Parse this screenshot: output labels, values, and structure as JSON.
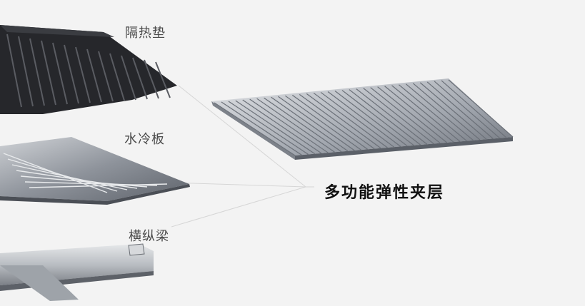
{
  "labels": {
    "insulation_pad": "隔热垫",
    "water_cooling_plate": "水冷板",
    "cross_beam": "横纵梁",
    "multifunction_elastic_layer": "多功能弹性夹层"
  },
  "colors": {
    "background": "#f3f3f3",
    "leader_line": "#d6d6d6",
    "pad_dark": "#26272b",
    "pad_fin": "#4a4c52",
    "plate_metal": "#8b9098",
    "beam_silver": "#c9ccd0",
    "layer_blade": "#9aa0a8"
  },
  "icons": [
    "insulation-pad-illustration",
    "cooling-plate-illustration",
    "cross-beam-illustration",
    "elastic-layer-illustration"
  ]
}
